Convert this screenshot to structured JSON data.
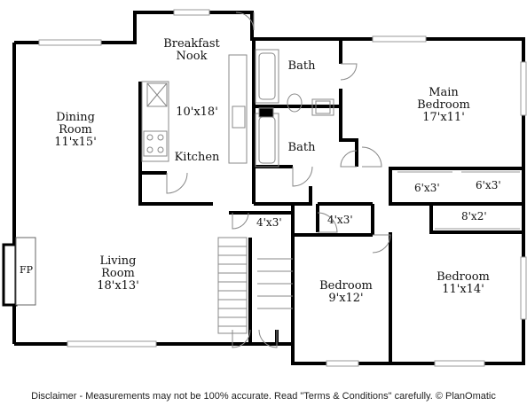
{
  "rooms": {
    "breakfast_nook": {
      "name_line1": "Breakfast",
      "name_line2": "Nook"
    },
    "kitchen": {
      "dim": "10'x18'",
      "name": "Kitchen"
    },
    "dining_room": {
      "name_line1": "Dining",
      "name_line2": "Room",
      "dim": "11'x15'"
    },
    "bath_upper": {
      "name": "Bath"
    },
    "bath_lower": {
      "name": "Bath"
    },
    "main_bedroom": {
      "name_line1": "Main",
      "name_line2": "Bedroom",
      "dim": "17'x11'"
    },
    "closet_6x3_a": {
      "dim": "6'x3'"
    },
    "closet_6x3_b": {
      "dim": "6'x3'"
    },
    "closet_8x2": {
      "dim": "8'x2'"
    },
    "closet_4x3_a": {
      "dim": "4'x3'"
    },
    "closet_4x3_b": {
      "dim": "4'x3'"
    },
    "living_room": {
      "name_line1": "Living",
      "name_line2": "Room",
      "dim": "18'x13'"
    },
    "bedroom_small": {
      "name": "Bedroom",
      "dim": "9'x12'"
    },
    "bedroom_large": {
      "name": "Bedroom",
      "dim": "11'x14'"
    },
    "fireplace": {
      "label": "FP"
    }
  },
  "disclaimer": "Disclaimer - Measurements may not be 100% accurate. Read \"Terms & Conditions\" carefully. © PlanOmatic"
}
